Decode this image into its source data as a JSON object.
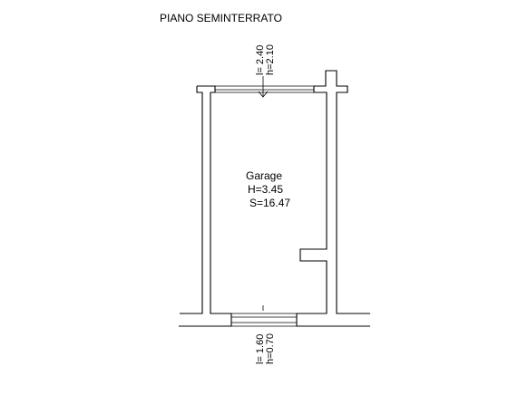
{
  "floor_title": "PIANO SEMINTERRATO",
  "room": {
    "name": "Garage",
    "height": "H=3.45",
    "surface": "S=16.47"
  },
  "top_opening": {
    "width": "l= 2.40",
    "height": "h=2.10"
  },
  "bottom_opening": {
    "width": "l= 1.60",
    "height": "h=0.70"
  },
  "colors": {
    "line": "#000000",
    "wall_fill": "#ffffff"
  }
}
